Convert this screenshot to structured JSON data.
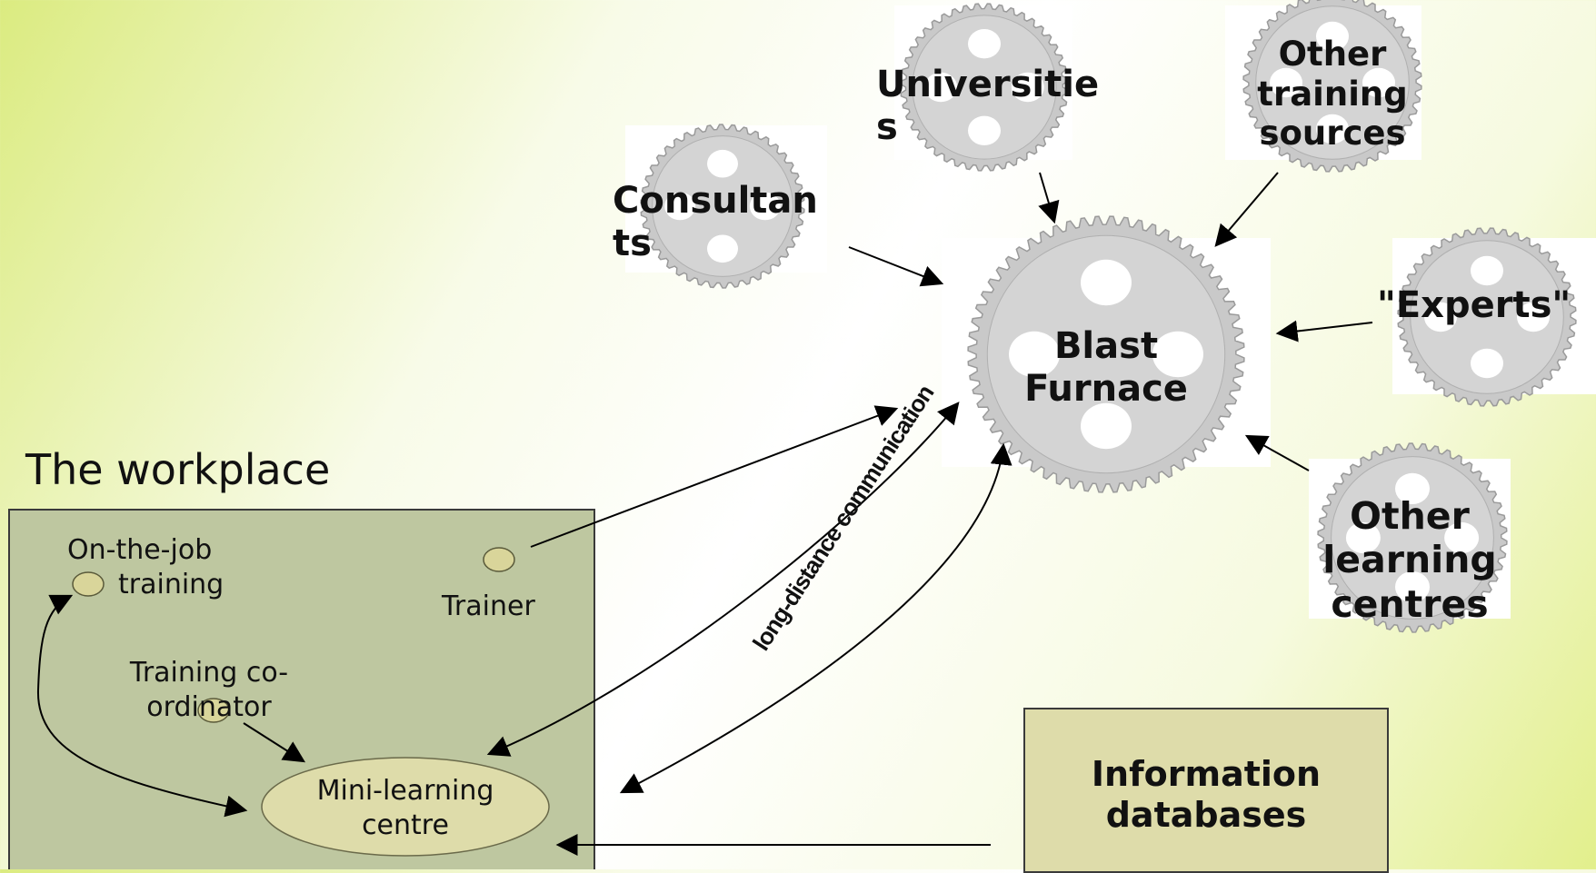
{
  "title": "The workplace",
  "hub": {
    "line1": "Blast",
    "line2": "Furnace"
  },
  "sources": {
    "universities": {
      "line1": "Universitie",
      "line2": "s"
    },
    "other_training": {
      "line1": "Other",
      "line2": "training",
      "line3": "sources"
    },
    "consultants": {
      "line1": "Consultan",
      "line2": "ts"
    },
    "experts": {
      "line1": "\"Experts\""
    },
    "other_learning": {
      "line1": "Other",
      "line2": "learning",
      "line3": "centres"
    }
  },
  "workplace": {
    "on_the_job": {
      "line1": "On-the-job",
      "line2": "training"
    },
    "trainer": "Trainer",
    "coordinator": {
      "line1": "Training co-",
      "line2": "ordinator"
    },
    "mini_centre": {
      "line1": "Mini-learning",
      "line2": "centre"
    }
  },
  "info_databases": {
    "line1": "Information",
    "line2": "databases"
  },
  "link_label": "long-distance communication",
  "colors": {
    "workplace_fill": "#bec7a0",
    "node_fill": "#d9d59a",
    "database_fill": "#dedcaa",
    "gear": "#c9c9c9"
  }
}
